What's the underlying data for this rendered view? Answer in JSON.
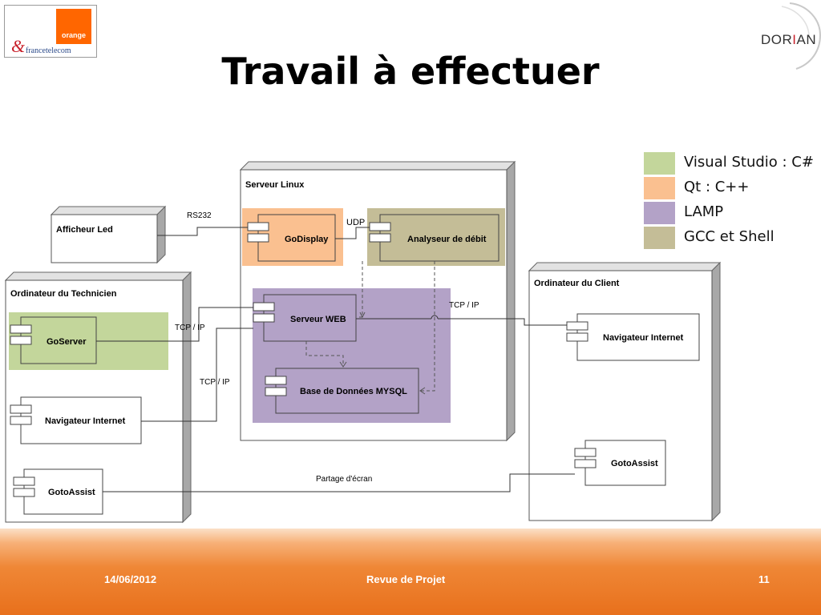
{
  "slide": {
    "title": "Travail à effectuer"
  },
  "logos": {
    "left": {
      "orange": "orange",
      "francetelecom": "francetelecom"
    },
    "right": {
      "name_pre": "DOR",
      "name_accent": "I",
      "name_post": "AN"
    }
  },
  "legend": [
    {
      "label": "Visual Studio : C#",
      "color": "#c3d69b"
    },
    {
      "label": "Qt : C++",
      "color": "#fac090"
    },
    {
      "label": "LAMP",
      "color": "#b3a2c7"
    },
    {
      "label": "GCC et Shell",
      "color": "#c4bd97"
    }
  ],
  "diagram": {
    "nodes": {
      "serveur_linux": "Serveur Linux",
      "afficheur_led": "Afficheur Led",
      "ordinateur_technicien": "Ordinateur du Technicien",
      "ordinateur_client": "Ordinateur du Client"
    },
    "components": {
      "godisplay": "GoDisplay",
      "analyseur": "Analyseur de débit",
      "serveur_web": "Serveur WEB",
      "base_donnees": "Base de Données MYSQL",
      "goserver": "GoServer",
      "navigateur_tech": "Navigateur Internet",
      "gotoassist_tech": "GotoAssist",
      "navigateur_client": "Navigateur Internet",
      "gotoassist_client": "GotoAssist"
    },
    "links": {
      "rs232": "RS232",
      "udp": "UDP",
      "tcp_ip_1": "TCP / IP",
      "tcp_ip_2": "TCP / IP",
      "tcp_ip_3": "TCP / IP",
      "partage": "Partage d'écran"
    }
  },
  "footer": {
    "date": "14/06/2012",
    "center": "Revue de Projet",
    "page": "11"
  }
}
